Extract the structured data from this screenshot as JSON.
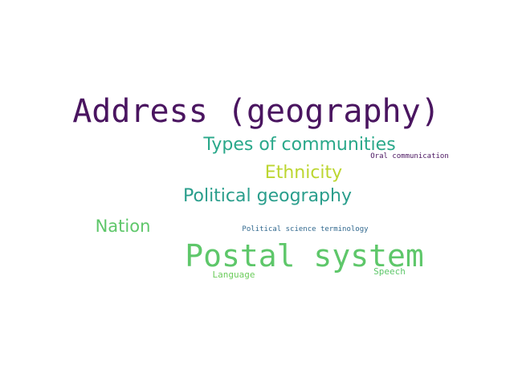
{
  "words": [
    {
      "text": "Address (geography)",
      "color": "#4a1560"
    },
    {
      "text": "Types of communities",
      "color": "#2aa88a"
    },
    {
      "text": "Ethnicity",
      "color": "#bcd630"
    },
    {
      "text": "Political geography",
      "color": "#2a9e8c"
    },
    {
      "text": "Oral communication",
      "color": "#4a1560"
    },
    {
      "text": "Nation",
      "color": "#5ec76a"
    },
    {
      "text": "Political science terminology",
      "color": "#31688e"
    },
    {
      "text": "Postal system",
      "color": "#5ec76a"
    },
    {
      "text": "Language",
      "color": "#6ccc5c"
    },
    {
      "text": "Speech",
      "color": "#5ec76a"
    }
  ]
}
